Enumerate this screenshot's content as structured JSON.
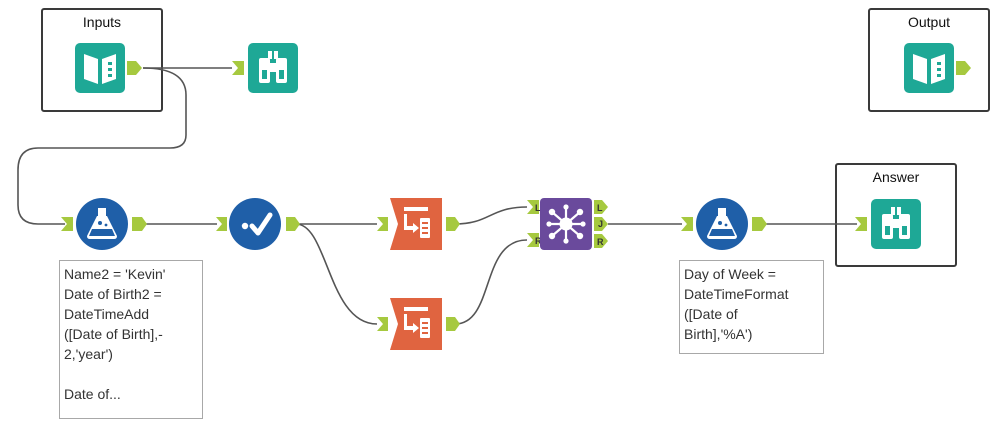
{
  "containers": {
    "inputs": {
      "title": "Inputs"
    },
    "output": {
      "title": "Output"
    },
    "answer": {
      "title": "Answer"
    }
  },
  "annotations": {
    "formula1": "Name2 = 'Kevin'\nDate of Birth2 =\nDateTimeAdd\n([Date of Birth],-\n2,'year')\n\nDate of...",
    "formula2": "Day of Week =\nDateTimeFormat\n([Date of\nBirth],'%A')"
  },
  "join_anchors": {
    "left": "L",
    "right": "R",
    "out_left": "L",
    "out_join": "J",
    "out_right": "R"
  },
  "colors": {
    "input_tool": "#1ea896",
    "browse_tool": "#1ea896",
    "formula_tool": "#1f5fa8",
    "select_tool": "#1f5fa8",
    "summarize_tool": "#e06440",
    "join_tool": "#6a4a9c",
    "anchor": "#a6c93f",
    "connector": "#555555"
  },
  "icons": {
    "input_tool": "book-icon",
    "browse_tool": "binoculars-icon",
    "formula_tool": "flask-icon",
    "select_tool": "checkmark-icon",
    "summarize_tool": "summarize-icon",
    "join_tool": "join-network-icon"
  }
}
